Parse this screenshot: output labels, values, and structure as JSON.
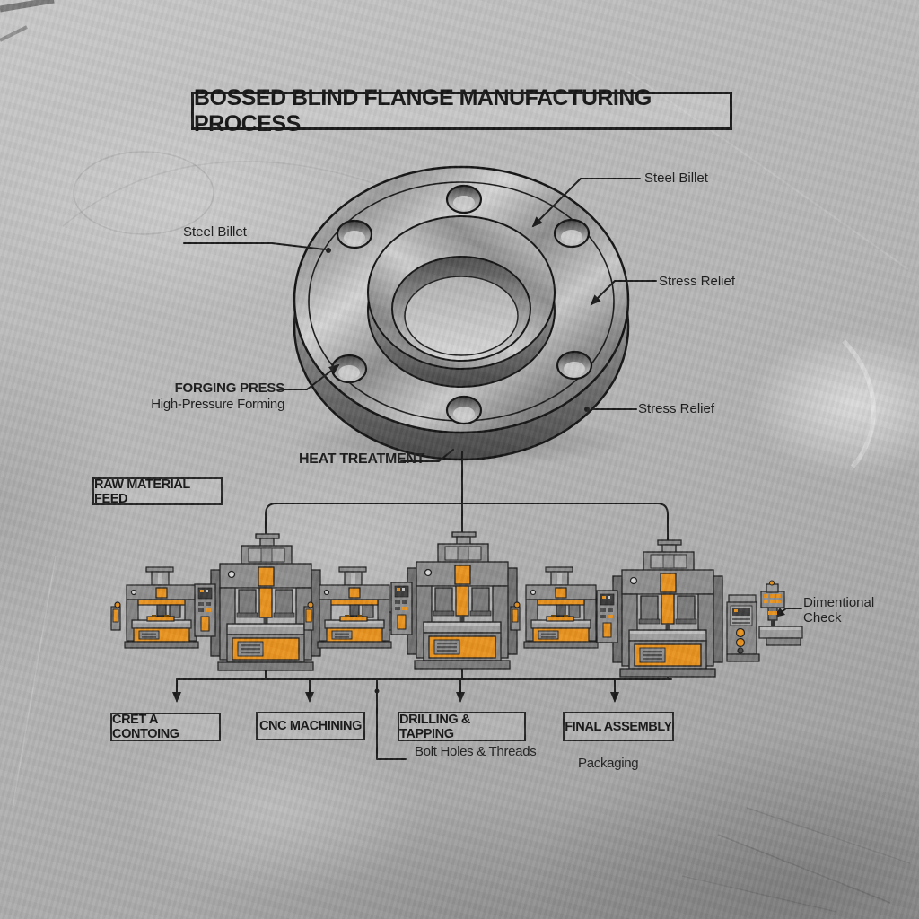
{
  "title": "BOSSED BLIND FLANGE MANUFACTURING PROCESS",
  "flange": {
    "labels": {
      "steel_billet_left": "Steel Billet",
      "steel_billet_right": "Steel Billet",
      "stress_relief_upper": "Stress Relief",
      "stress_relief_lower": "Stress Relief",
      "forging_press": "FORGING PRESS",
      "forging_press_sub": "High-Pressure Forming",
      "heat_treatment": "HEAT TREATMENT"
    }
  },
  "process": {
    "raw_material_feed": "RAW MATERIAL FEED",
    "stages": [
      {
        "label": "CRET A CONTOING"
      },
      {
        "label": "CNC MACHINING"
      },
      {
        "label": "DRILLING & TAPPING"
      },
      {
        "label": "FINAL ASSEMBLY"
      }
    ],
    "notes": {
      "bolt_holes": "Bolt Holes & Threads",
      "packaging": "Packaging",
      "dimensional_line1": "Dimentional",
      "dimensional_line2": "Check"
    }
  },
  "machines": [
    {
      "name": "forming-press-small"
    },
    {
      "name": "forging-press-large"
    },
    {
      "name": "milling-press-small"
    },
    {
      "name": "hydraulic-press-center"
    },
    {
      "name": "drilling-press-small"
    },
    {
      "name": "finishing-press-large"
    },
    {
      "name": "inspection-gauge-machine"
    }
  ],
  "colors": {
    "accent_orange": "#E8921E",
    "machine_gray": "#8B8B8B",
    "line_color": "#1C1C1C",
    "background_gray": "#B4B4B4"
  }
}
